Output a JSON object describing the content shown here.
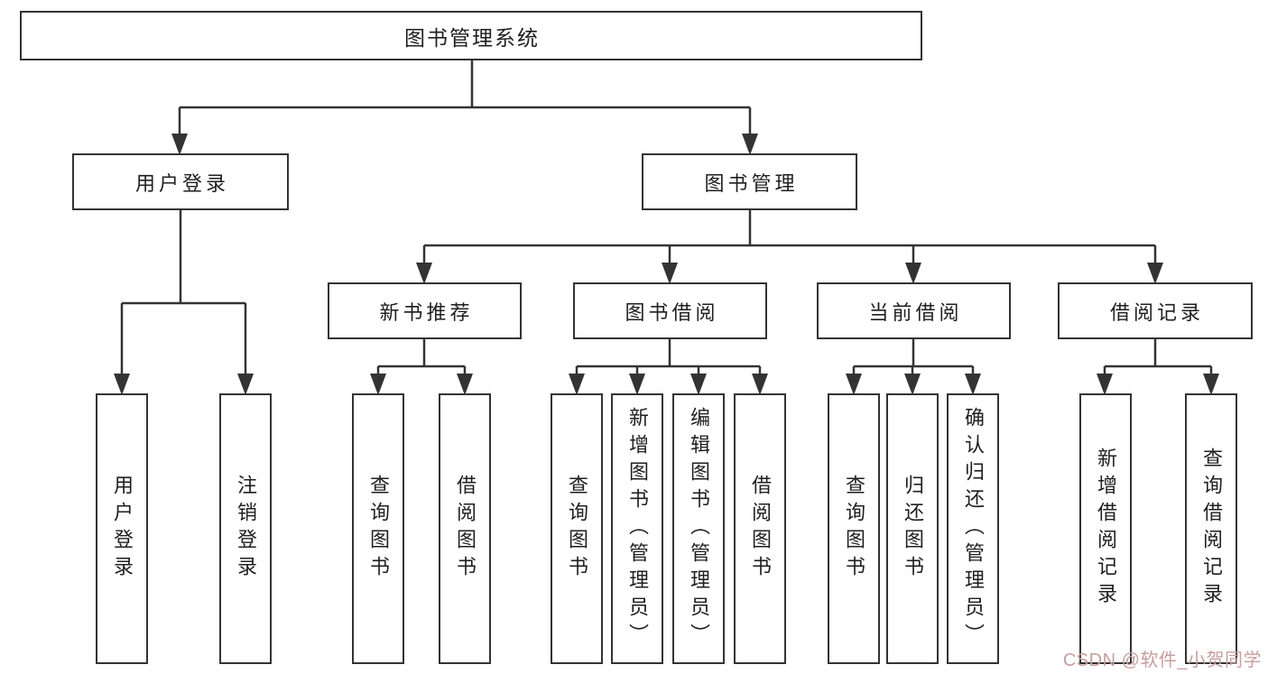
{
  "colors": {
    "line": "#333333",
    "background": "#ffffff",
    "box_background": "#ffffff",
    "text": "#1f1f1f",
    "watermark": "#c79e9e"
  },
  "watermark": {
    "text": "CSDN @软件_小贺同学"
  },
  "tree": {
    "type": "hierarchy-diagram",
    "root": {
      "label": "图书管理系统"
    },
    "branches": [
      {
        "label": "用户登录",
        "leaves": [
          {
            "label": "用户登录"
          },
          {
            "label": "注销登录"
          }
        ]
      },
      {
        "label": "图书管理",
        "sections": [
          {
            "label": "新书推荐",
            "leaves": [
              {
                "label": "查询图书"
              },
              {
                "label": "借阅图书"
              }
            ]
          },
          {
            "label": "图书借阅",
            "leaves": [
              {
                "label": "查询图书"
              },
              {
                "label": "新增图书（管理员）"
              },
              {
                "label": "编辑图书（管理员）"
              },
              {
                "label": "借阅图书"
              }
            ]
          },
          {
            "label": "当前借阅",
            "leaves": [
              {
                "label": "查询图书"
              },
              {
                "label": "归还图书"
              },
              {
                "label": "确认归还（管理员）"
              }
            ]
          },
          {
            "label": "借阅记录",
            "leaves": [
              {
                "label": "新增借阅记录"
              },
              {
                "label": "查询借阅记录"
              }
            ]
          }
        ]
      }
    ]
  }
}
